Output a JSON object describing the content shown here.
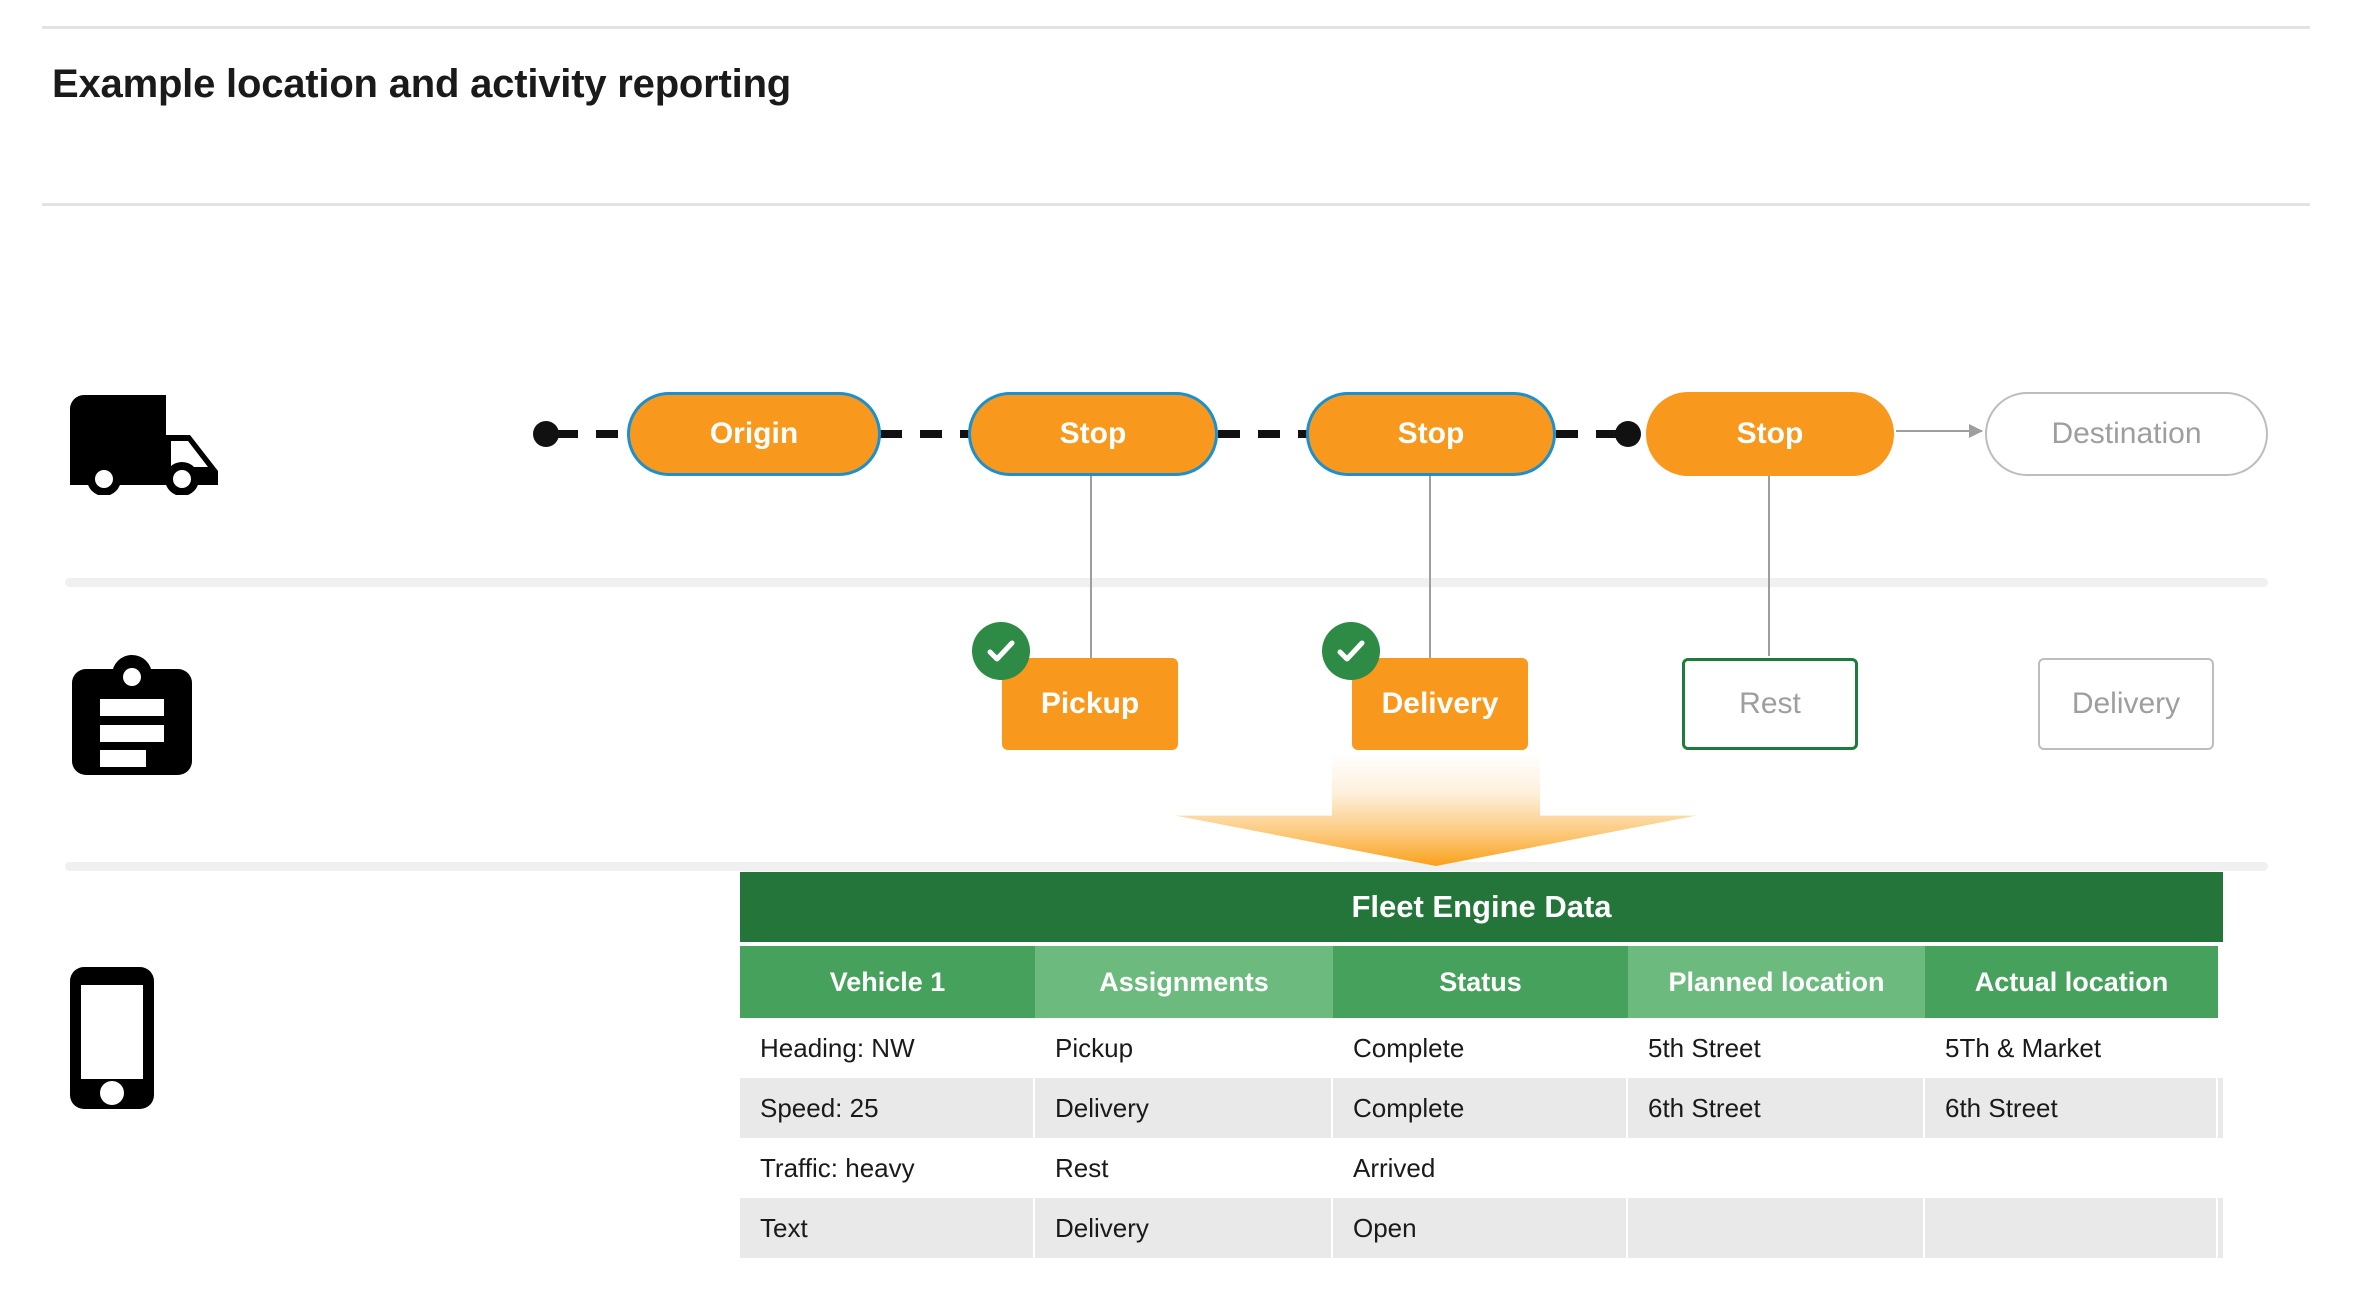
{
  "page": {
    "title": "Example location and activity reporting"
  },
  "rail": {
    "icons": [
      {
        "name": "truck-icon",
        "label": "Vehicle"
      },
      {
        "name": "clipboard-icon",
        "label": "Tasks"
      },
      {
        "name": "phone-icon",
        "label": "Driver device"
      }
    ]
  },
  "timeline": {
    "stops": [
      {
        "label": "Origin",
        "state": "visited"
      },
      {
        "label": "Stop",
        "state": "visited"
      },
      {
        "label": "Stop",
        "state": "visited"
      },
      {
        "label": "Stop",
        "state": "current"
      },
      {
        "label": "Destination",
        "state": "pending"
      }
    ]
  },
  "activities": [
    {
      "label": "Pickup",
      "state": "complete",
      "checked": true
    },
    {
      "label": "Delivery",
      "state": "complete",
      "checked": true
    },
    {
      "label": "Rest",
      "state": "arrived",
      "checked": false
    },
    {
      "label": "Delivery",
      "state": "open",
      "checked": false
    }
  ],
  "table": {
    "title": "Fleet Engine Data",
    "columns": [
      "Vehicle 1",
      "Assignments",
      "Status",
      "Planned location",
      "Actual location"
    ],
    "rows": [
      [
        "Heading: NW",
        "Pickup",
        "Complete",
        "5th Street",
        "5Th & Market"
      ],
      [
        "Speed: 25",
        "Delivery",
        "Complete",
        "6th Street",
        "6th Street"
      ],
      [
        "Traffic: heavy",
        "Rest",
        "Arrived",
        "",
        ""
      ],
      [
        "Text",
        "Delivery",
        "Open",
        "",
        ""
      ]
    ]
  },
  "colors": {
    "orange": "#F8981D",
    "blue_border": "#1A8FD1",
    "green_dark": "#24753A",
    "green_header_a": "#45A15B",
    "green_header_b": "#6CBA7E",
    "green_check": "#2E8B46",
    "gray_outline": "#bdbdbd",
    "row_stripe": "#e9e9e9"
  }
}
